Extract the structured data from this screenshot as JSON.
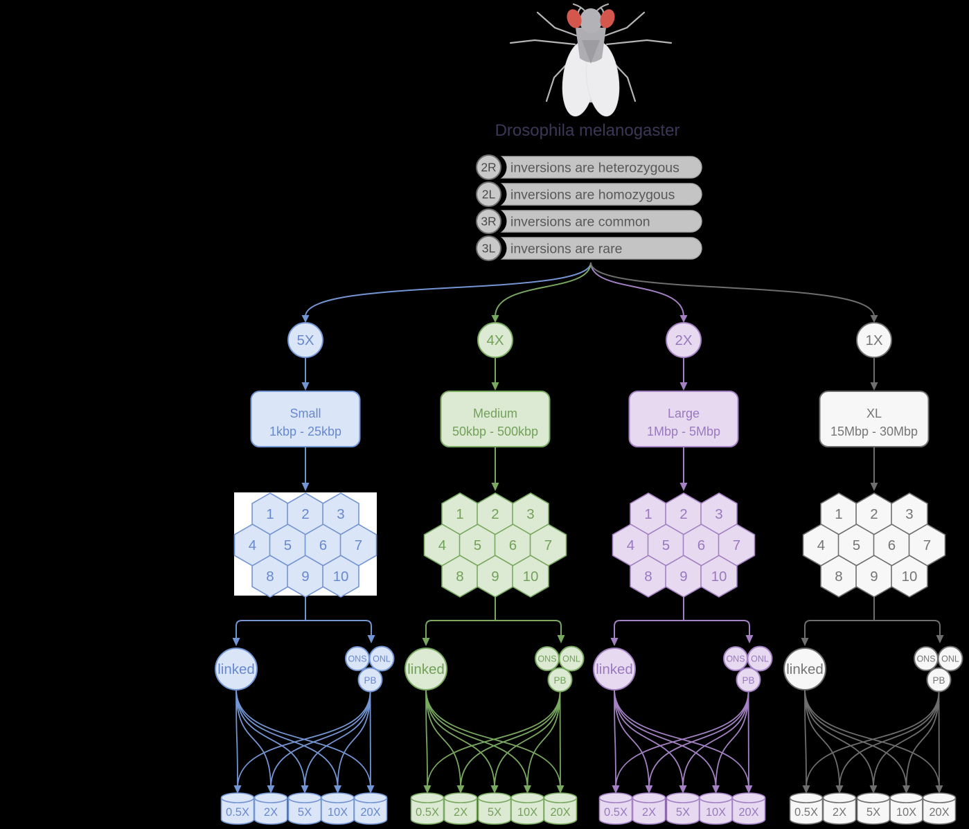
{
  "title": "Drosophila melanogaster",
  "karyotype": [
    {
      "arm": "2R",
      "note": "inversions are heterozygous"
    },
    {
      "arm": "2L",
      "note": "inversions are homozygous"
    },
    {
      "arm": "3R",
      "note": "inversions are common"
    },
    {
      "arm": "3L",
      "note": "inversions are rare"
    }
  ],
  "columns": [
    {
      "coverage": "5X",
      "size_class": "Small",
      "size_range": "1kbp - 25kbp",
      "accent": "#7495d3"
    },
    {
      "coverage": "4X",
      "size_class": "Medium",
      "size_range": "50kbp - 500kbp",
      "accent": "#79a961"
    },
    {
      "coverage": "2X",
      "size_class": "Large",
      "size_range": "1Mbp - 5Mbp",
      "accent": "#a481c3"
    },
    {
      "coverage": "1X",
      "size_class": "XL",
      "size_range": "15Mbp - 30Mbp",
      "accent": "#6e6e6e"
    }
  ],
  "replicates": [
    "1",
    "2",
    "3",
    "4",
    "5",
    "6",
    "7",
    "8",
    "9",
    "10"
  ],
  "sequencing": {
    "linked": "linked",
    "ons": "ONS",
    "onl": "ONL",
    "pb": "PB"
  },
  "depths": [
    "0.5X",
    "2X",
    "5X",
    "10X",
    "20X"
  ],
  "colors": {
    "background": "#000000",
    "title_text": "#3b3756",
    "pill_fill": "#c4c4c4",
    "pill_text": "#585858"
  }
}
